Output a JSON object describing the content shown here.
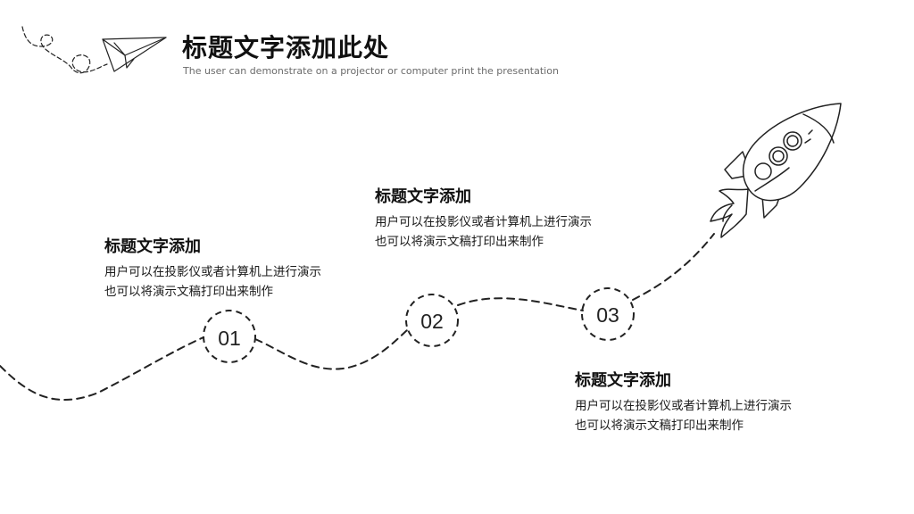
{
  "header": {
    "title": "标题文字添加此处",
    "subtitle": "The user can demonstrate on a projector or computer print the presentation"
  },
  "steps": [
    {
      "number": "01",
      "title": "标题文字添加",
      "desc_line1": "用户可以在投影仪或者计算机上进行演示",
      "desc_line2": "也可以将演示文稿打印出来制作"
    },
    {
      "number": "02",
      "title": "标题文字添加",
      "desc_line1": "用户可以在投影仪或者计算机上进行演示",
      "desc_line2": "也可以将演示文稿打印出来制作"
    },
    {
      "number": "03",
      "title": "标题文字添加",
      "desc_line1": "用户可以在投影仪或者计算机上进行演示",
      "desc_line2": "也可以将演示文稿打印出来制作"
    }
  ],
  "icons": {
    "top_left": "paper-plane-icon",
    "top_right": "rocket-icon"
  },
  "colors": {
    "ink": "#111111",
    "subtitle": "#6b6b6b",
    "background": "#ffffff"
  }
}
